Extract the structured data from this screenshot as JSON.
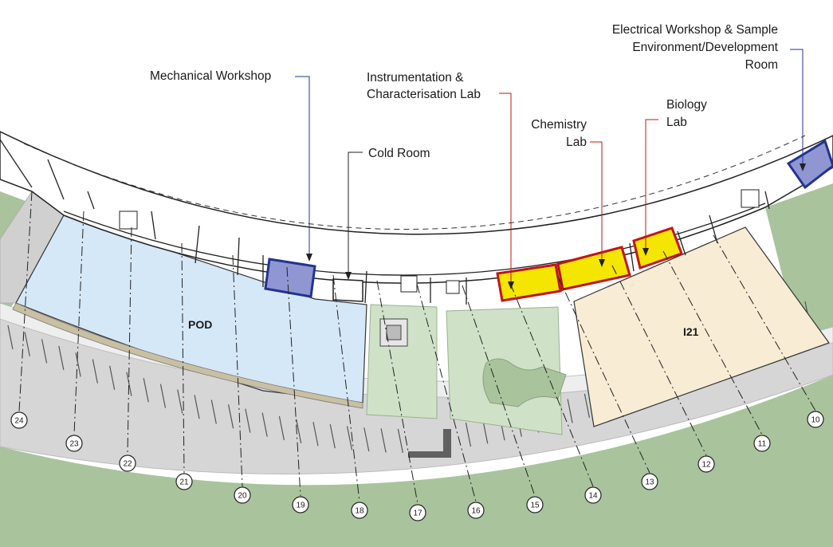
{
  "colors": {
    "ground": "#a9c49c",
    "paving": "#d9d9d9",
    "pod_fill": "#d5e8f7",
    "i21_fill": "#f8ecd4",
    "courtyard": "#cfe2c8",
    "highlight_blue": "#8f96d2",
    "highlight_blue_border": "#23338f",
    "highlight_yellow": "#f4e600",
    "highlight_yellow_border": "#c0141b",
    "leader_blue": "#23338f",
    "leader_red": "#c0141b"
  },
  "zones": {
    "pod": "POD",
    "i21": "I21"
  },
  "rooms": {
    "mechanical_workshop": {
      "label": "Mechanical Workshop",
      "highlight": "blue"
    },
    "cold_room": {
      "label": "Cold Room",
      "highlight": "none"
    },
    "instrumentation_lab": {
      "line1": "Instrumentation &",
      "line2": "Characterisation Lab",
      "highlight": "yellow"
    },
    "chemistry_lab": {
      "line1": "Chemistry",
      "line2": "Lab",
      "highlight": "yellow"
    },
    "biology_lab": {
      "line1": "Biology",
      "line2": "Lab",
      "highlight": "yellow"
    },
    "electrical_workshop": {
      "line1": "Electrical Workshop & Sample",
      "line2": "Environment/Development",
      "line3": "Room",
      "highlight": "blue"
    }
  },
  "grid_markers": [
    "24",
    "23",
    "22",
    "21",
    "20",
    "19",
    "18",
    "17",
    "16",
    "15",
    "14",
    "13",
    "12",
    "11",
    "10"
  ]
}
